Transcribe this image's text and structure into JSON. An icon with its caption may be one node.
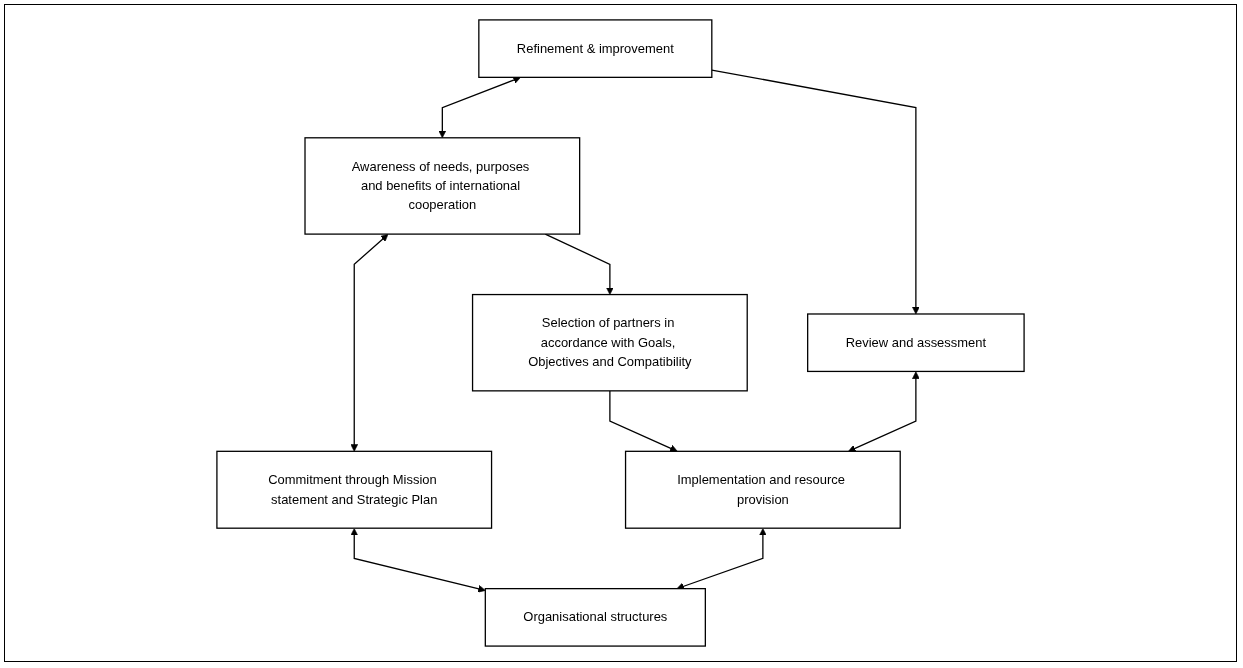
{
  "diagram": {
    "nodes": [
      {
        "text": [
          "Awareness of needs, purposes and benefits of international cooperation"
        ]
      },
      {
        "text": [
          "Refinement & improvement"
        ]
      },
      {
        "text": [
          "Commitment through Mission statement and Strategic Plan"
        ]
      },
      {
        "text": [
          "Selection of partners in accordance with Goals, Objectives and Compatibility"
        ]
      },
      {
        "text": [
          "Review and assessment"
        ]
      },
      {
        "text": [
          "Implementation and resource provision"
        ]
      },
      {
        "text": [
          "Organisational structures"
        ]
      }
    ],
    "edges": [
      {
        "from": 1,
        "to": 0,
        "arrow": "both"
      },
      {
        "from": 0,
        "to": 2,
        "arrow": "both"
      },
      {
        "from": 0,
        "to": 3,
        "arrow": "to"
      },
      {
        "from": 1,
        "to": 4,
        "arrow": "to"
      },
      {
        "from": 3,
        "to": 5,
        "arrow": "to"
      },
      {
        "from": 4,
        "to": 5,
        "arrow": "both"
      },
      {
        "from": 5,
        "to": 6,
        "arrow": "both"
      },
      {
        "from": 2,
        "to": 6,
        "arrow": "both"
      }
    ]
  }
}
